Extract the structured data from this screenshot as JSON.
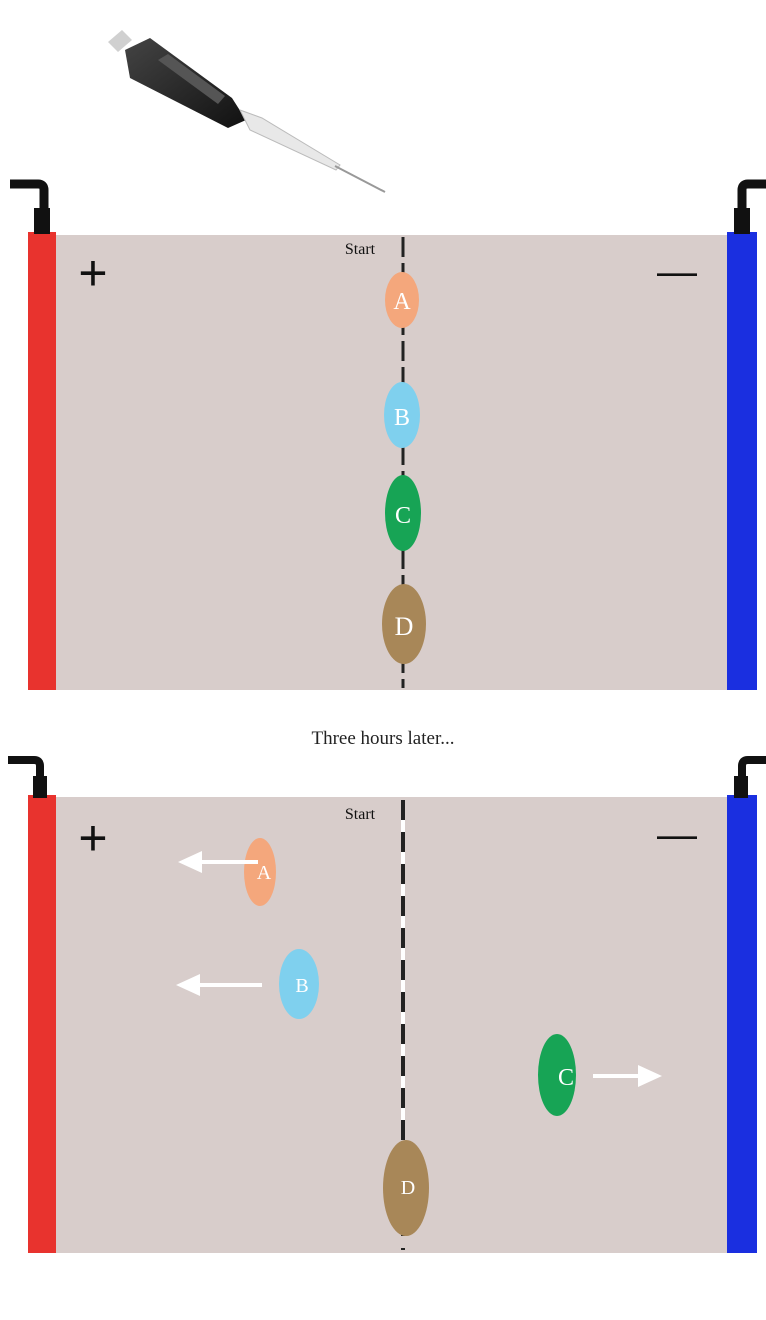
{
  "top_panel": {
    "plus_sign": "+",
    "minus_sign": "—",
    "start_label": "Start",
    "bands": [
      {
        "label": "A",
        "color": "#f4a77c"
      },
      {
        "label": "B",
        "color": "#7fd0ee"
      },
      {
        "label": "C",
        "color": "#17a455"
      },
      {
        "label": "D",
        "color": "#a88758"
      }
    ]
  },
  "caption": "Three hours later...",
  "bottom_panel": {
    "plus_sign": "+",
    "minus_sign": "—",
    "start_label": "Start",
    "bands": [
      {
        "label": "A",
        "color": "#f4a77c",
        "direction": "toward +"
      },
      {
        "label": "B",
        "color": "#7fd0ee",
        "direction": "toward +"
      },
      {
        "label": "C",
        "color": "#17a455",
        "direction": "toward −"
      },
      {
        "label": "D",
        "color": "#a88758",
        "direction": "none"
      }
    ]
  },
  "colors": {
    "gel": "#d8cdcb",
    "positive_electrode": "#e8332e",
    "negative_electrode": "#1a2fe0",
    "arrow": "#ffffff"
  }
}
